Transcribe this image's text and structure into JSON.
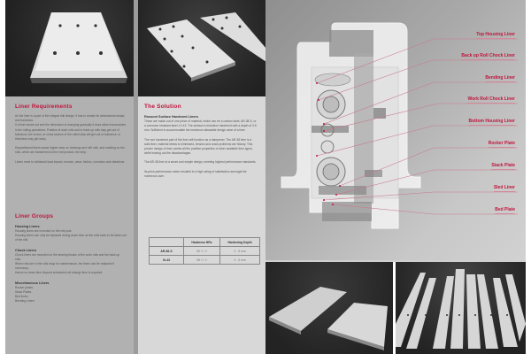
{
  "left": {
    "requirements": {
      "title": "Liner Requirements",
      "paragraphs": [
        "As the liner is a part of the integral mill design, it has to remain its dimensional shape, and hardness.",
        "If a liner wears out and the dimension is changing gradually it does allow inaccuracies in the rolling operations. Position of work rolls and or back up rolls may get out of tolerance, the crown, or cross section of the rolled strip will get out of tolerance, or thickness may get wavy.",
        "Dispositioned liners cause higher wear on bearings and mill rolls, and marking on the rolls, which are transferred to the end product, the strip.",
        "Liners need to withstand load impact, erosion, wear, friction, corrosion and vibrations."
      ]
    },
    "groups": {
      "title": "Liner Groups",
      "items": [
        {
          "heading": "Housing Liners",
          "lines": [
            "Housing liners are mounted on the mill post.",
            "Housing liners can only be replaced during down time as the rolls have to be taken out of the mill."
          ]
        },
        {
          "heading": "Chock Liners",
          "lines": [
            "Chock liners are mounted on the bearing blocks of the work rolls and the back up rolls.",
            "When rolls are in the rolls shop for maintenance, the liners can be replaced if necessary.",
            "Hence no down time beyond scheduled roll change time is required."
          ]
        },
        {
          "heading": "Miscellaneous Liners",
          "lines": [
            "Rocker plates",
            "Stack Plates",
            "Bed liners",
            "Bending Liners"
          ]
        }
      ]
    }
  },
  "middle": {
    "solution": {
      "title": "The Solution",
      "subtitle": "Rossoni Surface Hardened Liners",
      "paragraphs": [
        "These are made out of one piece of material, which can be a carbon steel, AR-38-S, or a corrosion resistant steel, IX-43. The surface is induction hardened with a depth of 3-5 mm. Sufficient to accommodate the maximum allowable design wear of a liner.",
        "The non hardened part of the liner will function as a dampener. The AR-38 liner is a solid liner, material stress is minimized, tension and crack problems are history. This proven design of liner carries all the positive properties of other available liner types, while leaving out the disadvantages.",
        "The AR-38 liner is a smart and simple design, meeting highest performance standards.",
        "Its price-performance ration resulted in a high rating of satisfaction amongst the numerous user."
      ]
    },
    "table": {
      "headers": [
        "",
        "Hardness HRc",
        "Hardening Depth"
      ],
      "rows": [
        [
          "AR-38-S",
          "60 +/- 2",
          "3 - 5 mm"
        ],
        [
          "IX-43",
          "58 +/- 2",
          "3 - 5 mm"
        ]
      ]
    }
  },
  "diagram": {
    "callouts": [
      "Top Housing Liner",
      "Back up Roll Chock Liner",
      "Bending Liner",
      "Work Roll Chock Liner",
      "Bottom Housing Liner",
      "Rocker Plate",
      "Stack Plate",
      "Sled Liner",
      "Bed Plate"
    ]
  },
  "colors": {
    "accent": "#c0143c",
    "left_panel": "#b1b1b1",
    "mid_panel": "#d8d8d8"
  }
}
